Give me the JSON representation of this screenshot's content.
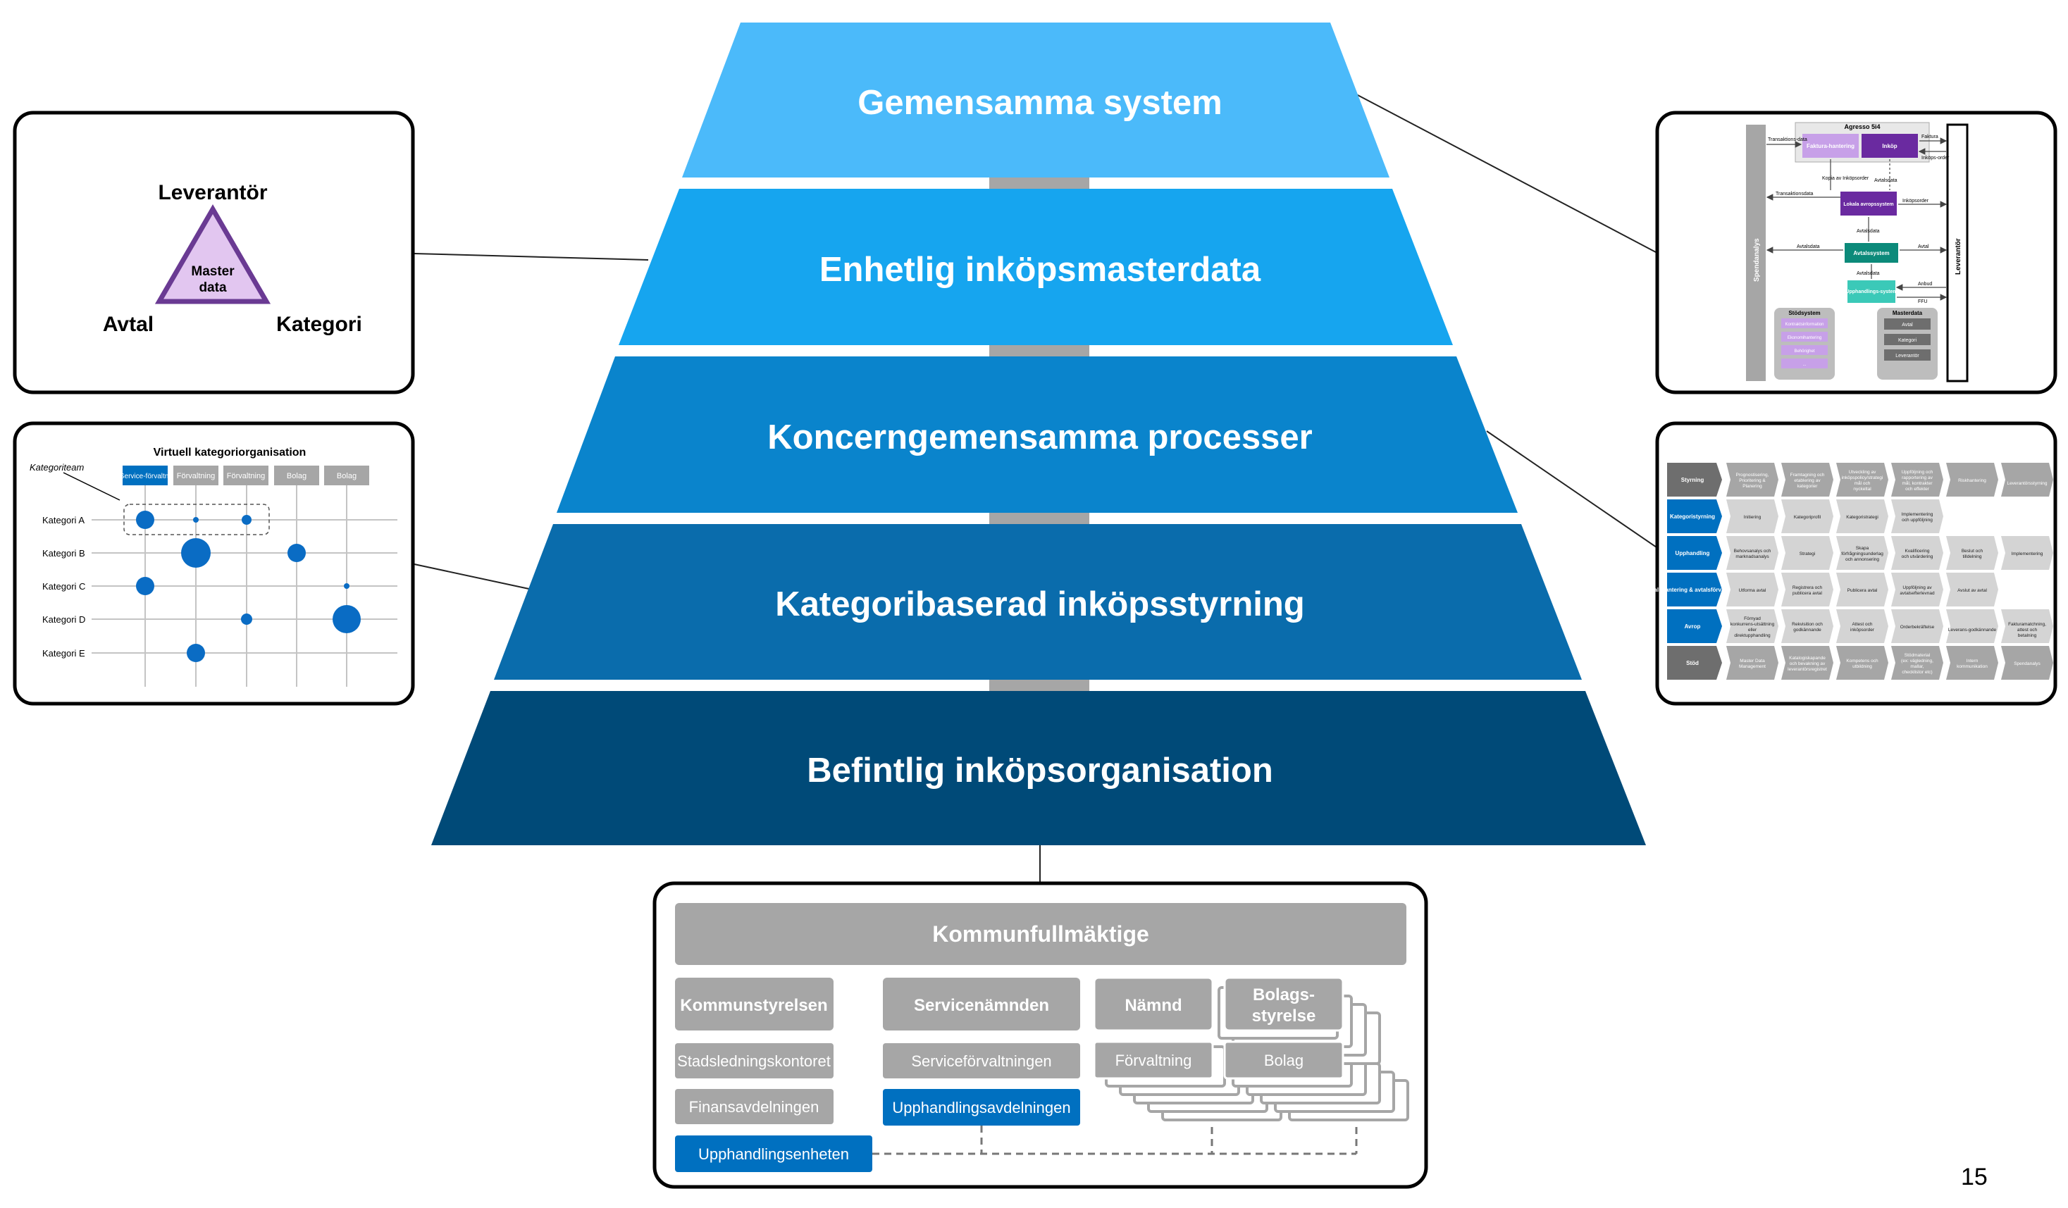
{
  "pyramid": {
    "levels": [
      {
        "label": "Gemensamma system",
        "color": "#4bbafa"
      },
      {
        "label": "Enhetlig inköpsmasterdata",
        "color": "#16a5ef"
      },
      {
        "label": "Koncerngemensamma processer",
        "color": "#0a84cc"
      },
      {
        "label": "Kategoribaserad inköpsstyrning",
        "color": "#0a6cac"
      },
      {
        "label": "Befintlig inköpsorganisation",
        "color": "#004a78"
      }
    ]
  },
  "masterdata_card": {
    "top": "Leverantör",
    "left": "Avtal",
    "right": "Kategori",
    "center_line1": "Master",
    "center_line2": "data"
  },
  "category_matrix": {
    "title": "Virtuell kategoriorganisation",
    "team_label": "Kategoriteam",
    "columns": [
      "Service-förvaltn.",
      "Förvaltning",
      "Förvaltning",
      "Bolag",
      "Bolag"
    ],
    "rows": [
      "Kategori A",
      "Kategori B",
      "Kategori C",
      "Kategori D",
      "Kategori E"
    ]
  },
  "system_map": {
    "top_label": "Agresso 5i4",
    "side_left": "Spendanalys",
    "side_right": "Leverantör",
    "nodes": [
      "Faktura-hantering",
      "Inköp",
      "Lokala avropssystem",
      "Avtalssystem",
      "Upphandlings-system"
    ],
    "flows": [
      "Transaktions-data",
      "Faktura",
      "Inköps-order",
      "Kopia av Inköpsorder",
      "Avtalsdata",
      "Transaktionsdata",
      "Inköpsorder",
      "Avtalsdata",
      "Avtalsdata",
      "Avtal",
      "Avtalsdata",
      "Anbud",
      "FFU"
    ],
    "support_title": "Stödsystem",
    "support_items": [
      "Kontraktsinformation",
      "Ekonomihantering",
      "Behörighet",
      "..."
    ],
    "master_title": "Masterdata",
    "master_items": [
      "Avtal",
      "Kategori",
      "Leverantör"
    ]
  },
  "process_matrix": {
    "rows": [
      {
        "label": "Styrning",
        "steps": [
          "Prognostisering, Prioritering & Planering",
          "Framtagning och etablering av kategorier",
          "Utveckling av inköpspolicy/strategi mål och nyckeltal",
          "Uppföljning och rapportering av mål, kontrakter och effekter",
          "Riskhantering",
          "Leverantörsstyrning"
        ]
      },
      {
        "label": "Kategoristyrning",
        "steps": [
          "Initiering",
          "Kategoriprofil",
          "Kategoristrategi",
          "Implementering och uppföljning"
        ]
      },
      {
        "label": "Upphandling",
        "steps": [
          "Behovsanalys och marknadsanalys",
          "Strategi",
          "Skapa förfrågningsunderlag och annonsering",
          "Kvalificering och utvärdering",
          "Beslut och tilldelning",
          "Implementering"
        ]
      },
      {
        "label": "Avtalshantering & avtalsförvaltning",
        "steps": [
          "Utforma avtal",
          "Registrera och publicera avtal",
          "Publicera avtal",
          "Uppföljning av avtalsefterlevnad",
          "Avslut av avtal"
        ]
      },
      {
        "label": "Avrop",
        "steps": [
          "Förnyad konkurrens-utsättning eller direktupphandling",
          "Rekvisition och godkännande",
          "Attest och inköpsorder",
          "Orderbekräftelse",
          "Leverans-godkännande",
          "Fakturamatchning, attest och betalning"
        ]
      },
      {
        "label": "Stöd",
        "steps": [
          "Master Data Management",
          "Katalogiskapande och bevakning av leverantörsregistret",
          "Kompetens och utbildning",
          "Stödmaterial (ex: vägledning, mallar, checklistor etc)",
          "Intern kommunikation",
          "Spendanalys"
        ]
      }
    ]
  },
  "org_chart": {
    "top": "Kommunfullmäktige",
    "kommunstyrelsen": "Kommunstyrelsen",
    "stadsledning": "Stadsledningskontoret",
    "finans": "Finansavdelningen",
    "upphandlingsenheten": "Upphandlingsenheten",
    "servicenamnden": "Servicenämnden",
    "serviceforvaltningen": "Serviceförvaltningen",
    "upphandlingsavdelningen": "Upphandlingsavdelningen",
    "namnd": "Nämnd",
    "forvaltning": "Förvaltning",
    "bolagsstyrelse": "Bolags-styrelse",
    "bolag": "Bolag"
  },
  "page_number": "15"
}
